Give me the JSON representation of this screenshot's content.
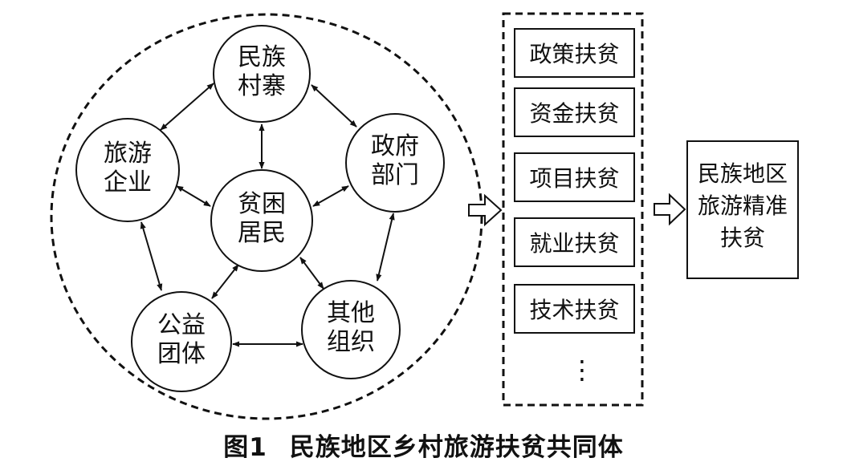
{
  "figure": {
    "number": "图1",
    "title": "民族地区乡村旅游扶贫共同体"
  },
  "stakeholders": [
    {
      "id": "village",
      "lines": [
        "民族",
        "村寨"
      ]
    },
    {
      "id": "government",
      "lines": [
        "政府",
        "部门"
      ]
    },
    {
      "id": "other_orgs",
      "lines": [
        "其他",
        "组织"
      ]
    },
    {
      "id": "public_welfare",
      "lines": [
        "公益",
        "团体"
      ]
    },
    {
      "id": "tourism_enterprise",
      "lines": [
        "旅游",
        "企业"
      ]
    },
    {
      "id": "poor_residents",
      "lines": [
        "贫困",
        "居民"
      ]
    }
  ],
  "poverty_alleviation_types": [
    "政策扶贫",
    "资金扶贫",
    "项目扶贫",
    "就业扶贫",
    "技术扶贫"
  ],
  "more_items": "⋮",
  "outcome": {
    "lines": [
      "民族地区",
      "旅游精准",
      "扶贫"
    ]
  }
}
